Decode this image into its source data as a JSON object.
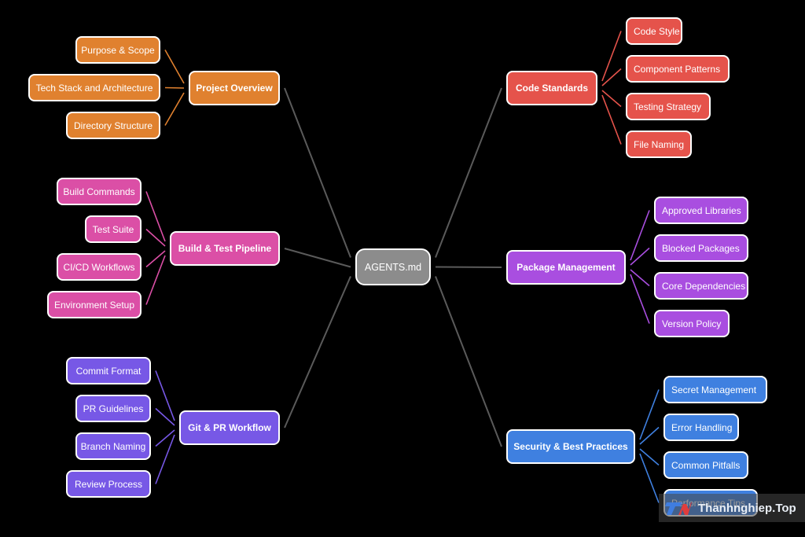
{
  "center": {
    "label": "AGENTS.md",
    "color": "#8c8c8c"
  },
  "branches": [
    {
      "label": "Project Overview",
      "side": "left",
      "color": "#e0812f",
      "leaves": [
        "Purpose & Scope",
        "Tech Stack and Architecture",
        "Directory Structure"
      ]
    },
    {
      "label": "Build & Test Pipeline",
      "side": "left",
      "color": "#db4fa6",
      "leaves": [
        "Build Commands",
        "Test Suite",
        "CI/CD Workflows",
        "Environment Setup"
      ]
    },
    {
      "label": "Git & PR Workflow",
      "side": "left",
      "color": "#7758e6",
      "leaves": [
        "Commit Format",
        "PR Guidelines",
        "Branch Naming",
        "Review Process"
      ]
    },
    {
      "label": "Code Standards",
      "side": "right",
      "color": "#e5534b",
      "leaves": [
        "Code Style",
        "Component Patterns",
        "Testing Strategy",
        "File Naming"
      ]
    },
    {
      "label": "Package Management",
      "side": "right",
      "color": "#a94ee0",
      "leaves": [
        "Approved Libraries",
        "Blocked Packages",
        "Core Dependencies",
        "Version Policy"
      ]
    },
    {
      "label": "Security & Best Practices",
      "side": "right",
      "color": "#3f80e0",
      "leaves": [
        "Secret Management",
        "Error Handling",
        "Common Pitfalls",
        "Performance Tips"
      ]
    }
  ],
  "connector_color": "#5a5a5a",
  "watermark": {
    "text": "Thanhnghiep.Top",
    "logo_icon": "tn-logo-icon"
  }
}
